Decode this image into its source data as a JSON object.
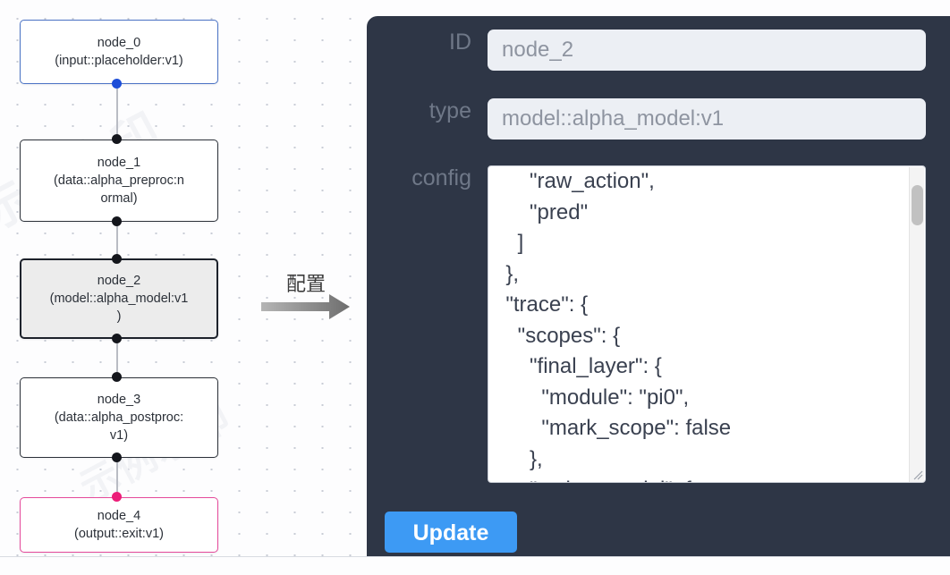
{
  "canvas": {
    "watermark_text": "示例水印",
    "nodes": [
      {
        "id": "node_0",
        "type": "(input::placeholder:v1)",
        "state": "first"
      },
      {
        "id": "node_1",
        "type": "(data::alpha_preproc:n",
        "type2": "ormal)",
        "state": "normal"
      },
      {
        "id": "node_2",
        "type": "(model::alpha_model:v1",
        "type2": ")",
        "state": "selected"
      },
      {
        "id": "node_3",
        "type": "(data::alpha_postproc:",
        "type2": "v1)",
        "state": "normal"
      },
      {
        "id": "node_4",
        "type": "(output::exit:v1)",
        "state": "last"
      }
    ],
    "colors": {
      "first_border": "#4a72c4",
      "last_border": "#e5499a",
      "selected_fill": "#ececec",
      "handle": "#14161c",
      "handle_first": "#1d4ed8",
      "handle_last": "#ec1e79",
      "edge": "#b9bcc4"
    }
  },
  "annotation": {
    "label": "配置",
    "arrow_icon": "right-arrow-icon",
    "arrow_color": "#8a8a8a"
  },
  "panel": {
    "background": "#2e3646",
    "fields": {
      "id": {
        "label": "ID",
        "value": "node_2"
      },
      "type": {
        "label": "type",
        "value": "model::alpha_model:v1"
      },
      "config": {
        "label": "config",
        "value": "      \"raw_action\",\n      \"pred\"\n    ]\n  },\n  \"trace\": {\n    \"scopes\": {\n      \"final_layer\": {\n        \"module\": \"pi0\",\n        \"mark_scope\": false\n      },\n      \"action_model\": {"
      }
    },
    "update_button": {
      "label": "Update",
      "color": "#3d9af4"
    },
    "scrollbar": {
      "thumb_color": "#c1c1c1"
    }
  }
}
